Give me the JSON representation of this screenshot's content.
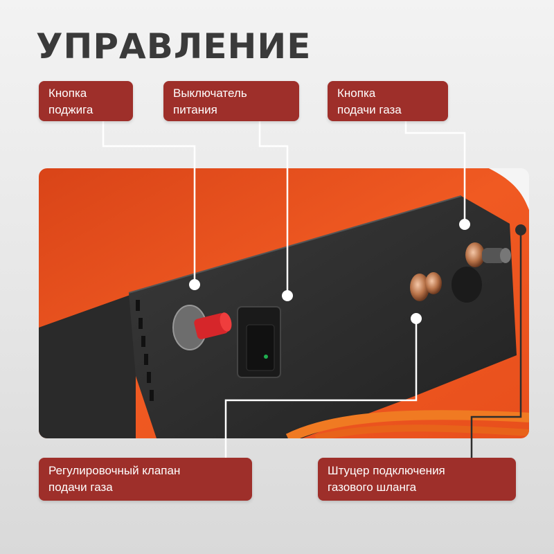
{
  "title": "УПРАВЛЕНИЕ",
  "labels": {
    "ignition": [
      "Кнопка",
      "поджига"
    ],
    "power": [
      "Выключатель",
      "питания"
    ],
    "gas_button": [
      "Кнопка",
      "подачи газа"
    ],
    "valve": [
      "Регулировочный клапан",
      "подачи газа"
    ],
    "fitting": [
      "Штуцер подключения",
      "газового шланга"
    ]
  },
  "colors": {
    "accent": "#9e2f2a",
    "title": "#3a3a3a",
    "body_orange": "#e8501f",
    "panel": "#2c2c2c",
    "ignition_button": "#d6262a"
  }
}
